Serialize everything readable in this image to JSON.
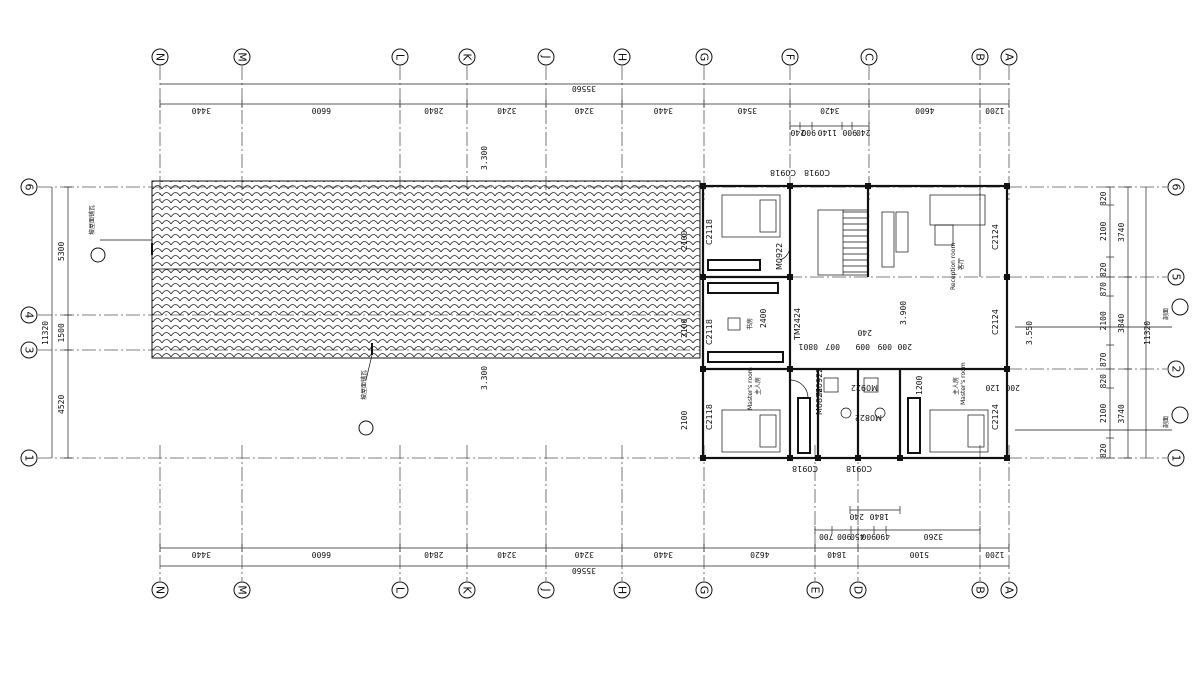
{
  "grid_top": [
    "N",
    "M",
    "L",
    "K",
    "J",
    "H",
    "G",
    "F",
    "C",
    "B",
    "A"
  ],
  "grid_bottom": [
    "N",
    "M",
    "L",
    "K",
    "J",
    "H",
    "G",
    "E",
    "D",
    "B",
    "A"
  ],
  "grid_rows_left": [
    "6",
    "4",
    "3",
    "1"
  ],
  "grid_rows_right": [
    "6",
    "5",
    "2",
    "1"
  ],
  "dims": {
    "top_total": "35560",
    "top_segments": [
      "3440",
      "6600",
      "2840",
      "3240",
      "3240",
      "3440",
      "3540",
      "3420",
      "4600",
      "1200"
    ],
    "top_sub": [
      "240",
      "900",
      "1140",
      "900",
      "240"
    ],
    "bottom_total": "35560",
    "bottom_segments": [
      "3440",
      "6600",
      "2840",
      "3240",
      "3240",
      "3440",
      "4620",
      "1840",
      "5100",
      "1200"
    ],
    "bottom_sub": [
      "700",
      "900",
      "450",
      "900",
      "490",
      "3260"
    ],
    "bottom_sub2": [
      "240",
      "1840"
    ],
    "left_total": "11320",
    "left_segments": [
      "5300",
      "1500",
      "4520"
    ],
    "right_total": "11320",
    "right_segments": [
      "3740",
      "3840",
      "3740"
    ],
    "right_sub": [
      "820",
      "2100",
      "820",
      "870",
      "2100",
      "870",
      "820",
      "2100",
      "820"
    ]
  },
  "labels": {
    "windows": [
      "C0918",
      "C0918",
      "C0918",
      "C0918",
      "C2118",
      "C2118",
      "C2118",
      "C2124",
      "C2124",
      "C2124"
    ],
    "doors": [
      "M0922",
      "TM2424",
      "M0922",
      "M0922",
      "M0822",
      "M0822"
    ],
    "rooms": [
      "Reception room",
      "Master's room",
      "Master's room"
    ],
    "room_cn": [
      "客厅",
      "主人房",
      "主人房",
      "书房"
    ],
    "levels": [
      "3.300",
      "3.300",
      "3.900",
      "3.550"
    ],
    "inner_dims": [
      "2100",
      "2400",
      "2100",
      "2100",
      "0801",
      "007",
      "009",
      "009",
      "200",
      "240",
      "1200",
      "200",
      "120"
    ],
    "roof_notes": [
      "坡屋面铺瓦",
      "坡屋面铺瓦"
    ],
    "section_tag": "剖面"
  }
}
